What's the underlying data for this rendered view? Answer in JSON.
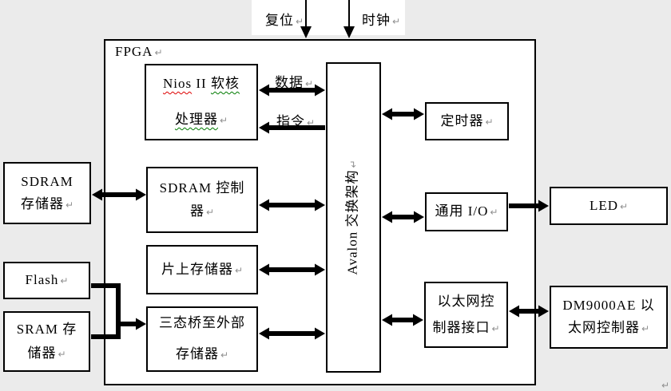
{
  "colors": {
    "canvas": "#ebebeb",
    "panel": "#ffffff",
    "line": "#000000",
    "format_mark": "#8f8f8f",
    "spellcheck_red": "#dd0000",
    "grammar_green": "#007a00"
  },
  "top_labels": {
    "reset": "复位",
    "clock": "时钟"
  },
  "fpga": {
    "label": "FPGA"
  },
  "bus_labels": {
    "data": "数据",
    "instruction": "指令"
  },
  "blocks": {
    "nios": {
      "word1": "Nios",
      "word2": "II",
      "word3": "软核",
      "line2": "处理器"
    },
    "sdram_ctrl": {
      "line1": "SDRAM 控制",
      "line2": "器"
    },
    "onchip": {
      "label": "片上存储器"
    },
    "tristate": {
      "line1": "三态桥至外部",
      "line2": "存储器"
    },
    "avalon": {
      "label": "Avalon 交换架构"
    },
    "timer": {
      "label": "定时器"
    },
    "gpio": {
      "label": "通用 I/O"
    },
    "eth_if": {
      "line1": "以太网控",
      "line2": "制器接口"
    },
    "sdram_mem": {
      "line1": "SDRAM",
      "line2": "存储器"
    },
    "flash": {
      "label": "Flash"
    },
    "sram": {
      "line1": "SRAM 存",
      "line2": "储器"
    },
    "led": {
      "label": "LED"
    },
    "dm9000": {
      "line1": "DM9000AE 以",
      "line2": "太网控制器"
    }
  },
  "marks": {
    "pilcrow": "↵"
  }
}
